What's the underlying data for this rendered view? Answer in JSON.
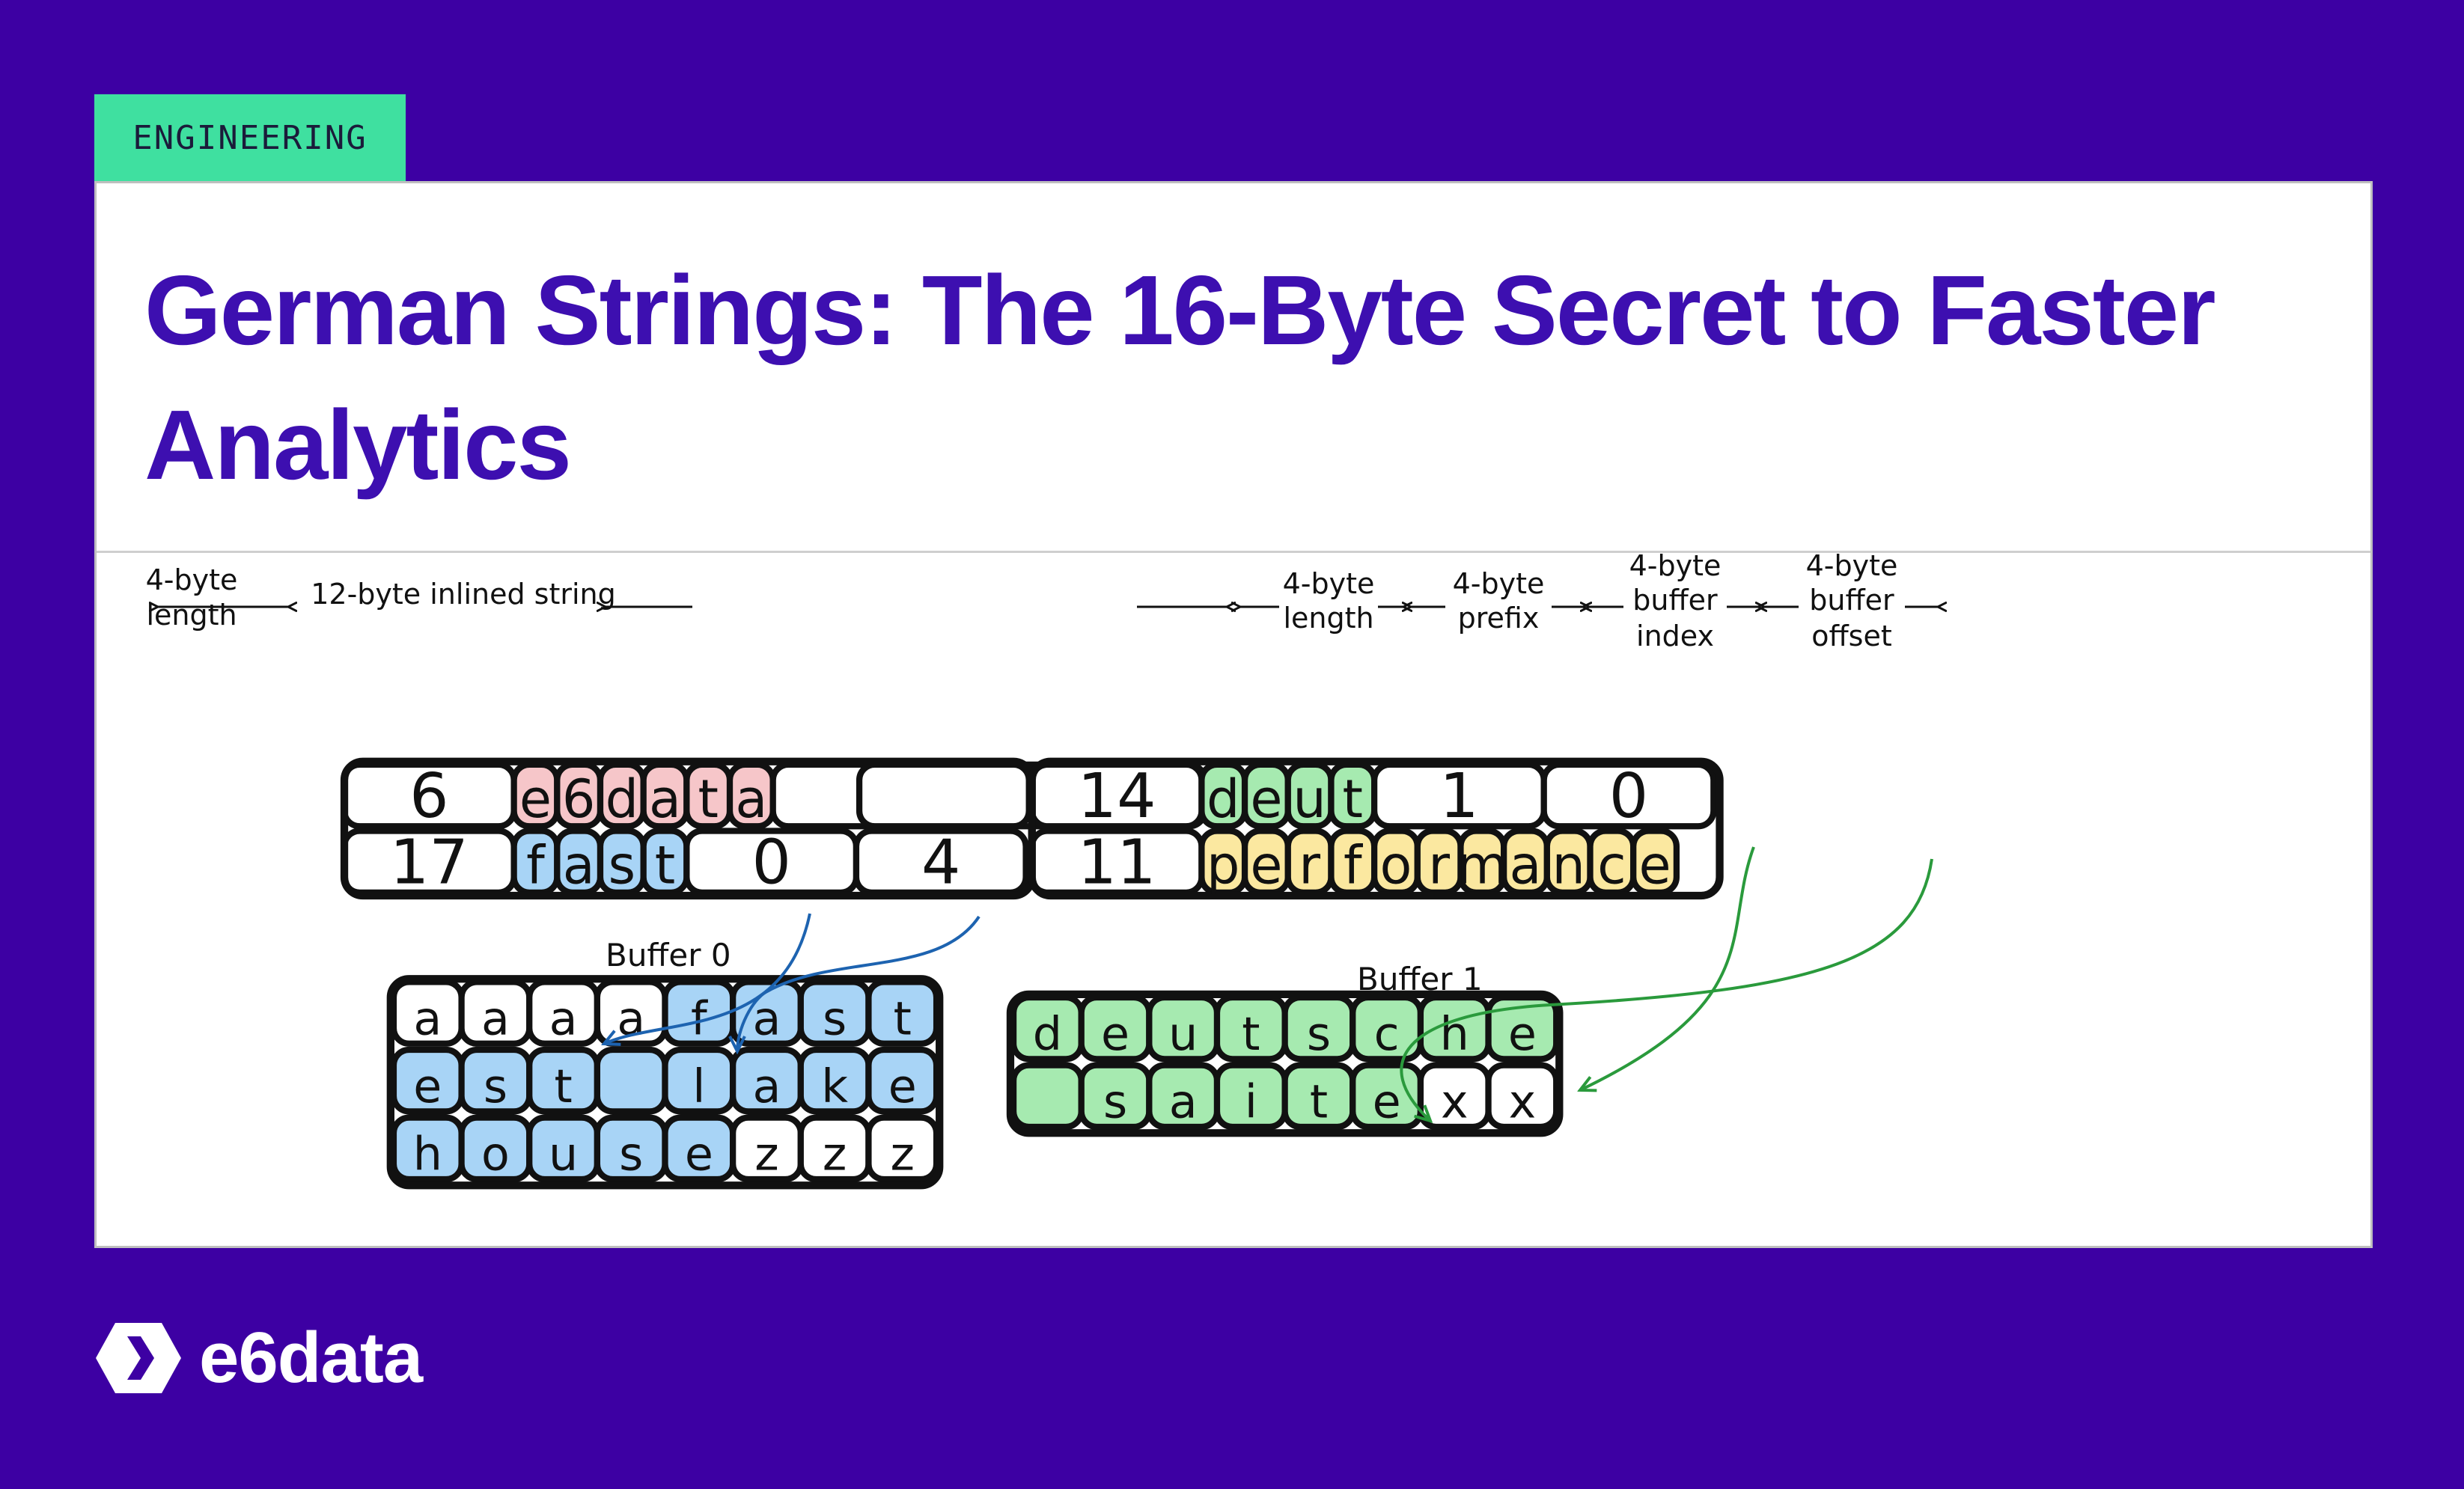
{
  "tag": "ENGINEERING",
  "title": "German Strings: The 16-Byte Secret to Faster Analytics",
  "brand": "e6data",
  "colors": {
    "background": "#3d00a3",
    "tag": "#3fe0a0",
    "title": "#3d0fb0",
    "pink": "#f6c6c9",
    "blue": "#a8d4f6",
    "green": "#a6eab0",
    "yellow": "#fbe8a0",
    "arrow_blue": "#1d63b0",
    "arrow_green": "#2a9a3c"
  },
  "diagram": {
    "headers": {
      "left_length": "4-byte length",
      "inlined": "12-byte inlined string",
      "right_length": "4-byte length",
      "prefix": "4-byte prefix",
      "buffer_index": "4-byte buffer index",
      "buffer_offset": "4-byte buffer offset"
    },
    "left_rows": [
      {
        "length": "6",
        "chars": [
          "e",
          "6",
          "d",
          "a",
          "t",
          "a"
        ],
        "color": "pink",
        "extra": []
      },
      {
        "length": "17",
        "chars": [
          "f",
          "a",
          "s",
          "t"
        ],
        "color": "blue",
        "extra": [
          "0",
          "4"
        ]
      }
    ],
    "right_rows": [
      {
        "length": "14",
        "chars": [
          "d",
          "e",
          "u",
          "t"
        ],
        "color": "green",
        "index": "1",
        "offset": "0"
      },
      {
        "length": "11",
        "chars": [
          "p",
          "e",
          "r",
          "f",
          "o",
          "r",
          "m",
          "a",
          "n",
          "c",
          "e"
        ],
        "color": "yellow"
      }
    ],
    "buffer0": {
      "label": "Buffer 0",
      "rows": [
        [
          "a",
          "a",
          "a",
          "a",
          "f",
          "a",
          "s",
          "t"
        ],
        [
          "e",
          "s",
          "t",
          "",
          "l",
          "a",
          "k",
          "e"
        ],
        [
          "h",
          "o",
          "u",
          "s",
          "e",
          "z",
          "z",
          "z"
        ]
      ],
      "colored": [
        [
          4,
          5,
          6,
          7
        ],
        [
          0,
          1,
          2,
          3,
          4,
          5,
          6,
          7
        ],
        [
          0,
          1,
          2,
          3,
          4
        ]
      ]
    },
    "buffer1": {
      "label": "Buffer 1",
      "rows": [
        [
          "d",
          "e",
          "u",
          "t",
          "s",
          "c",
          "h",
          "e"
        ],
        [
          "",
          "s",
          "a",
          "i",
          "t",
          "e",
          "x",
          "x"
        ]
      ],
      "colored": [
        [
          0,
          1,
          2,
          3,
          4,
          5,
          6,
          7
        ],
        [
          0,
          1,
          2,
          3,
          4,
          5
        ]
      ]
    }
  }
}
